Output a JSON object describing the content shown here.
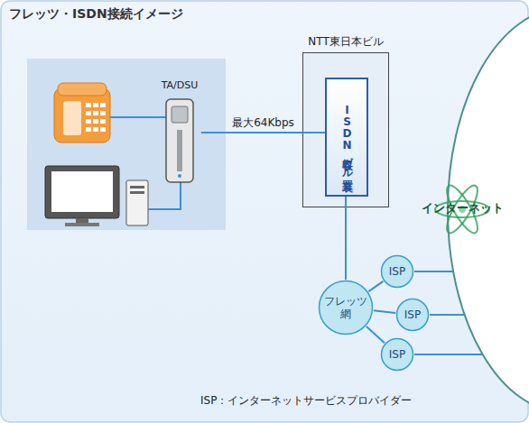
{
  "diagram": {
    "title": "フレッツ・ISDN接続イメージ",
    "caption": "ISP：インターネットサービスプロバイダー",
    "nodes": [
      {
        "text": [
          "TA/DSU"
        ]
      },
      {
        "text": [
          "NTT東日本ビル"
        ]
      },
      {
        "text": [
          "ISDN収容ビル装置"
        ],
        "in": 1
      },
      {
        "text": [
          "フレッツ網"
        ]
      },
      {
        "text": [
          "ISP"
        ]
      },
      {
        "text": [
          "ISP"
        ]
      },
      {
        "text": [
          "ISP"
        ]
      },
      {
        "text": [
          "インターネット"
        ]
      }
    ],
    "edges": [
      {
        "from": 0,
        "to": 2,
        "label": "最大64Kbps",
        "arrow": "none"
      },
      {
        "from": 2,
        "to": 3,
        "arrow": "none"
      },
      {
        "from": 3,
        "to": 4,
        "arrow": "none"
      },
      {
        "from": 3,
        "to": 5,
        "arrow": "none"
      },
      {
        "from": 3,
        "to": 6,
        "arrow": "none"
      },
      {
        "from": 4,
        "to": 7,
        "arrow": "none"
      },
      {
        "from": 5,
        "to": 7,
        "arrow": "none"
      },
      {
        "from": 6,
        "to": 7,
        "arrow": "none"
      }
    ]
  }
}
